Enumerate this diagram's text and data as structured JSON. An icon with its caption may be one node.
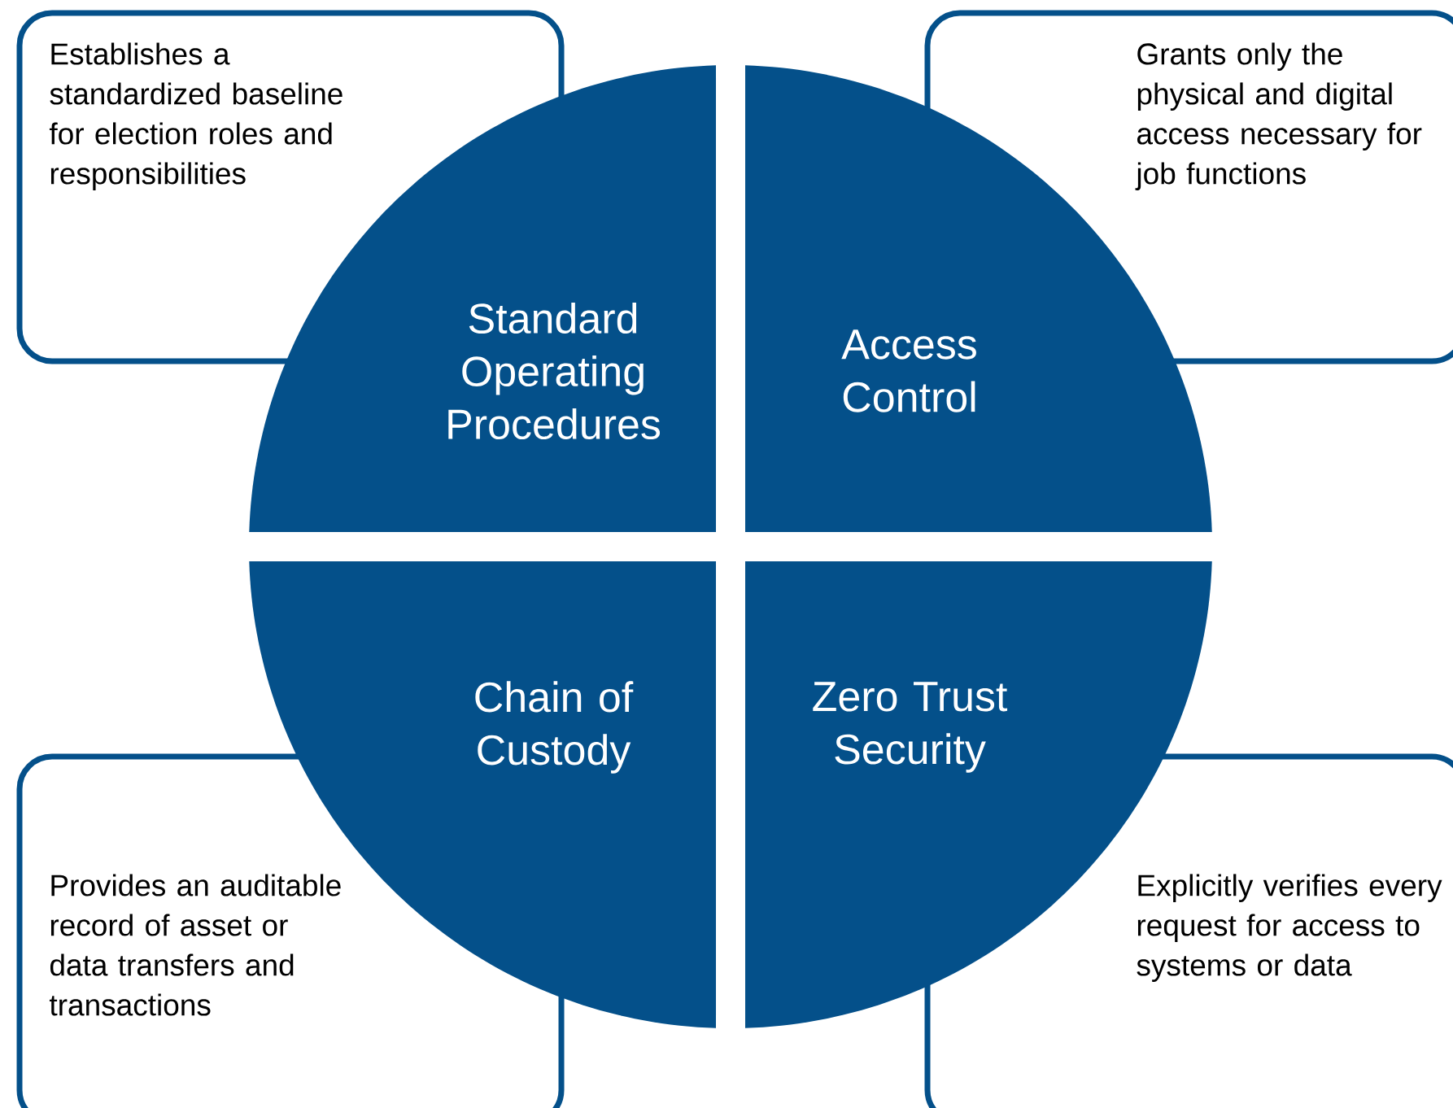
{
  "diagram": {
    "nodes": [
      {
        "text": [
          "Establishes a standardized baseline for election roles and responsibilities"
        ]
      },
      {
        "text": [
          "Grants only the physical and digital access necessary for job functions"
        ]
      },
      {
        "text": [
          "Standard Operating Procedures"
        ]
      },
      {
        "text": [
          "Access Control"
        ]
      },
      {
        "text": [
          "Chain of Custody"
        ]
      },
      {
        "text": [
          "Zero Trust Security"
        ]
      },
      {
        "text": [
          "Provides an auditable record of asset or data transfers and transactions"
        ]
      },
      {
        "text": [
          "Explicitly verifies every request for access to systems or data"
        ]
      }
    ]
  }
}
